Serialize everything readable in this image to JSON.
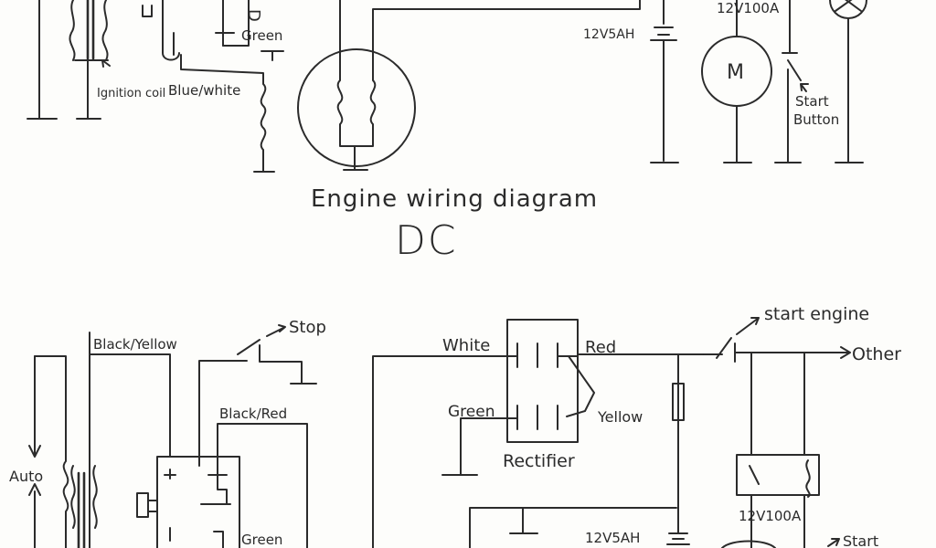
{
  "top": {
    "letter_d": "D",
    "ignition_coil": "Ignition coil",
    "green": "Green",
    "blue_white": "Blue/white",
    "battery": "12V5AH",
    "relay": "12V100A",
    "motor": "M",
    "start_button": [
      "Start",
      "Button"
    ]
  },
  "caption": {
    "title": "Engine wiring diagram",
    "subtitle": "DC"
  },
  "bottom": {
    "black_yellow": "Black/Yellow",
    "stop": "Stop",
    "black_red": "Black/Red",
    "auto": "Auto",
    "green_left": "Green",
    "white": "White",
    "red": "Red",
    "green_rect": "Green",
    "yellow": "Yellow",
    "rectifier": "Rectifier",
    "start_engine": "start engine",
    "other": "Other",
    "relay": "12V100A",
    "battery": "12V5AH",
    "start_partial": "Start"
  }
}
